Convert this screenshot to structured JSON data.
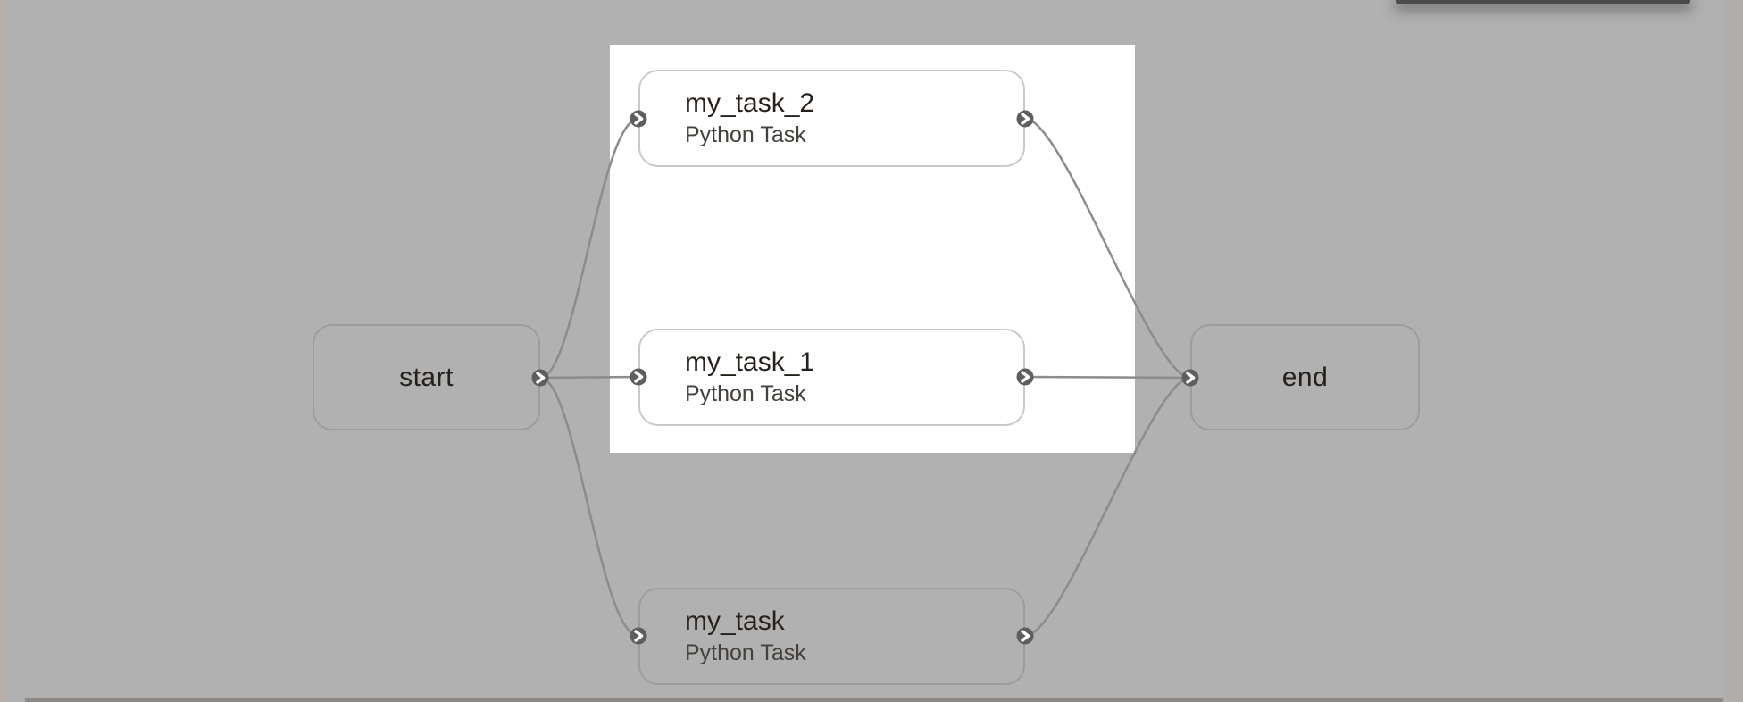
{
  "app": {
    "view": "workflow-topology-canvas"
  },
  "colors": {
    "canvas_background": "#b1b1b1",
    "group_highlight": "#ffffff",
    "edge": "#8c8c8c",
    "port": "#5e5e5e",
    "node_border_on_gray": "#9c9c9c",
    "node_border_on_white": "#c9c9c9",
    "node_title_text": "#27211c",
    "node_subtitle_text": "#45413c",
    "side_strip": "#b5b0ab",
    "bottom_edge": "#8d8a85",
    "top_overlay_edge": "#4b4b4b"
  },
  "nodes": [
    {
      "id": "start",
      "label": "start"
    },
    {
      "id": "my_task_2",
      "label": "my_task_2",
      "type": "Python Task"
    },
    {
      "id": "my_task_1",
      "label": "my_task_1",
      "type": "Python Task"
    },
    {
      "id": "my_task",
      "label": "my_task",
      "type": "Python Task"
    },
    {
      "id": "end",
      "label": "end"
    }
  ],
  "edges": [
    {
      "from": "start",
      "to": "my_task_2"
    },
    {
      "from": "start",
      "to": "my_task_1"
    },
    {
      "from": "start",
      "to": "my_task"
    },
    {
      "from": "my_task_2",
      "to": "end"
    },
    {
      "from": "my_task_1",
      "to": "end"
    },
    {
      "from": "my_task",
      "to": "end"
    }
  ],
  "selection": {
    "highlighted_nodes": [
      "my_task_2",
      "my_task_1"
    ]
  }
}
